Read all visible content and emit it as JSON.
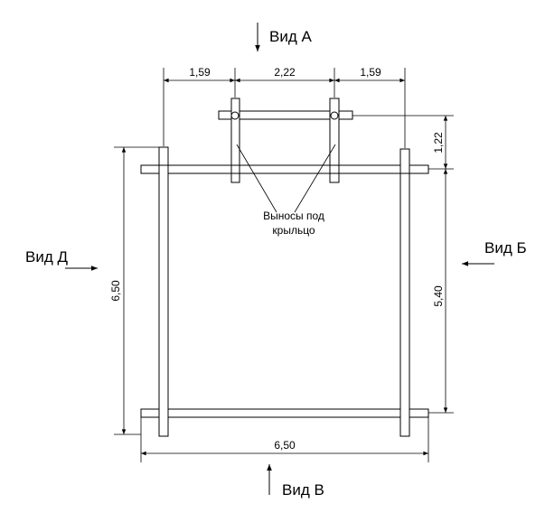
{
  "views": {
    "a": "Вид А",
    "b": "Вид Б",
    "v": "Вид В",
    "d": "Вид Д"
  },
  "dimensions": {
    "top_left": "1,59",
    "top_middle": "2,22",
    "top_right": "1,59",
    "right_upper": "1,22",
    "right_lower": "5,40",
    "left_height": "6,50",
    "bottom_width": "6,50"
  },
  "annotation": {
    "line1": "Выносы под",
    "line2": "крыльцо"
  }
}
